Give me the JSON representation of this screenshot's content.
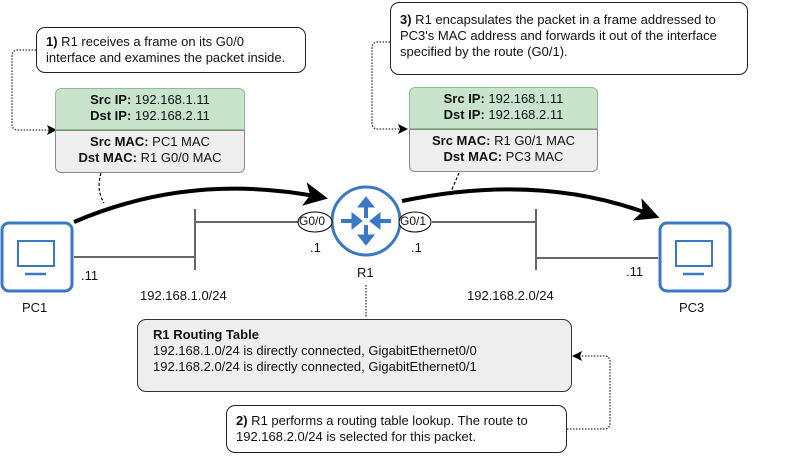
{
  "step1": {
    "num": "1)",
    "text": " R1 receives a frame on its G0/0 interface and examines the packet inside."
  },
  "step2": {
    "num": "2)",
    "text": " R1 performs a routing table lookup. The route to 192.168.2.0/24 is selected for this packet."
  },
  "step3": {
    "num": "3)",
    "text": " R1 encapsulates the packet in a frame addressed to PC3's MAC address and forwards it out of the interface specified by the route (G0/1)."
  },
  "frame_in": {
    "src_ip_label": "Src IP:",
    "src_ip": " 192.168.1.11",
    "dst_ip_label": "Dst IP:",
    "dst_ip": " 192.168.2.11",
    "src_mac_label": "Src MAC:",
    "src_mac": " PC1 MAC",
    "dst_mac_label": "Dst MAC:",
    "dst_mac": " R1 G0/0 MAC"
  },
  "frame_out": {
    "src_ip_label": "Src IP:",
    "src_ip": " 192.168.1.11",
    "dst_ip_label": "Dst IP:",
    "dst_ip": " 192.168.2.11",
    "src_mac_label": "Src MAC:",
    "src_mac": " R1 G0/1 MAC",
    "dst_mac_label": "Dst MAC:",
    "dst_mac": " PC3 MAC"
  },
  "devices": {
    "pc1": {
      "name": "PC1",
      "host": ".11"
    },
    "pc3": {
      "name": "PC3",
      "host": ".11"
    },
    "r1": {
      "name": "R1",
      "g00": "G0/0",
      "g01": "G0/1",
      "g00_host": ".1",
      "g01_host": ".1"
    }
  },
  "networks": {
    "left": "192.168.1.0/24",
    "right": "192.168.2.0/24"
  },
  "routing_table": {
    "title": "R1 Routing Table",
    "routes": [
      "192.168.1.0/24 is directly connected, GigabitEthernet0/0",
      "192.168.2.0/24 is directly connected, GigabitEthernet0/1"
    ]
  },
  "colors": {
    "device_blue": "#3a78c3",
    "ip_header_green": "#c8e4cc",
    "highlight_arrow": "#e53935"
  }
}
